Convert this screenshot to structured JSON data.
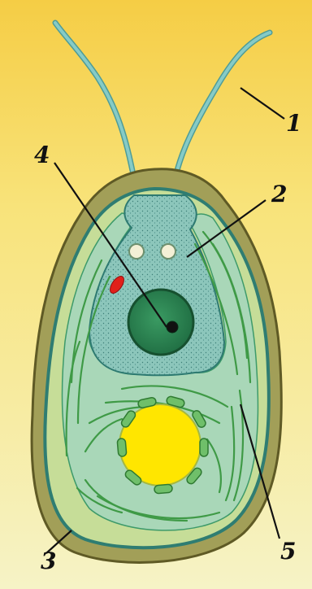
{
  "labels": {
    "l1": "1",
    "l2": "2",
    "l3": "3",
    "l4": "4",
    "l5": "5"
  },
  "colors": {
    "background_top": "#f6cf4a",
    "background_bottom": "#f7f4c8",
    "cell_wall": "#9c9a52",
    "cell_wall_edge": "#5f5a25",
    "cytoplasm": "#c9df9b",
    "chromatophore_region": "#a9d6bd",
    "anterior_cytoplasm": "#8fc8bd",
    "nucleus": "#2f8a55",
    "nucleolus": "#111111",
    "vacuole": "#f4f1d8",
    "stigma": "#e0201a",
    "pyrenoid": "#ffe600",
    "starch_grains": "#6fbf6a",
    "thylakoids": "#53a84f",
    "flagella": "#7fc6c1"
  }
}
